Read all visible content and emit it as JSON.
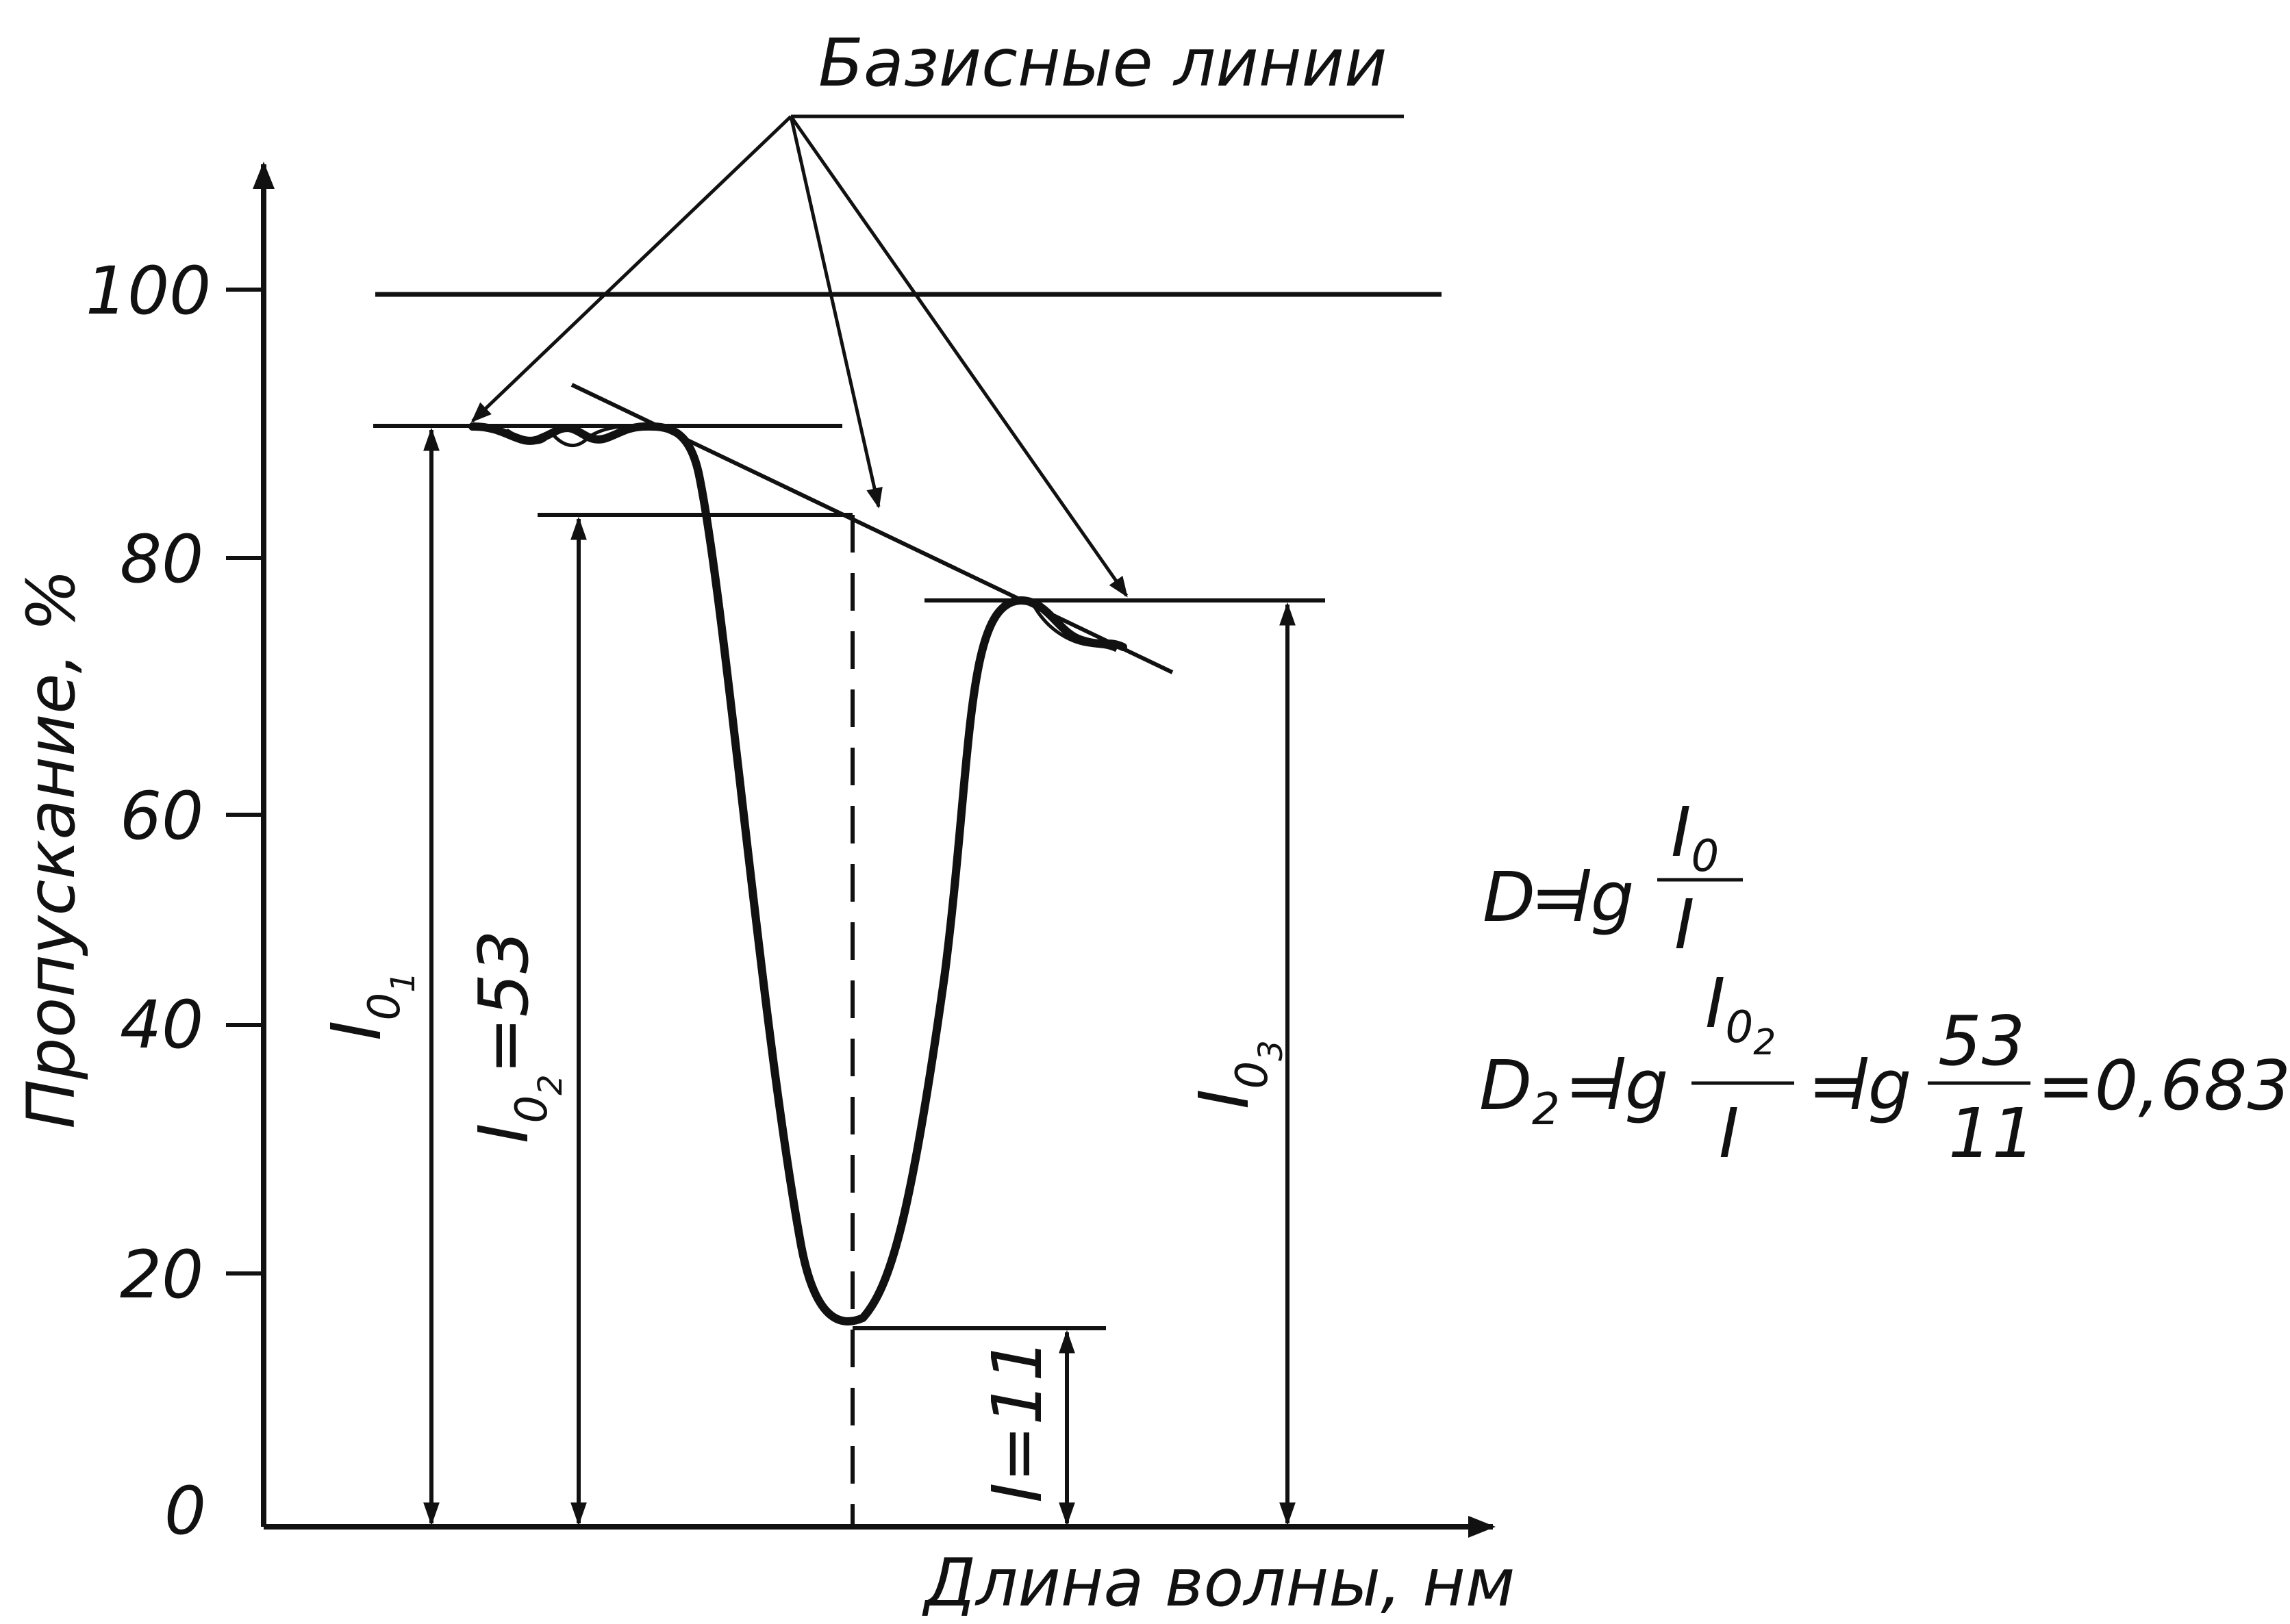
{
  "diagram": {
    "callout_label": "Базисные линии",
    "y_axis": {
      "title": "Пропускание, %",
      "tick_labels": [
        "0",
        "20",
        "40",
        "60",
        "80",
        "100"
      ]
    },
    "x_axis": {
      "title": "Длина волны, нм"
    },
    "dimension_labels": {
      "i01": {
        "main": "I",
        "sub1": "0",
        "sub2": "1"
      },
      "i02": {
        "main": "I",
        "sub1": "0",
        "sub2": "2",
        "suffix": "=53"
      },
      "i03": {
        "main": "I",
        "sub1": "0",
        "sub2": "3"
      },
      "i": {
        "text": "I=11"
      }
    },
    "formula1": {
      "lhs": "D",
      "eq": "=",
      "lg": "lg",
      "num_main": "I",
      "num_sub": "0",
      "den": "I"
    },
    "formula2": {
      "lhs": "D",
      "lhs_sub": "2",
      "eq": "=",
      "lg": "lg",
      "num_main": "I",
      "num_sub1": "0",
      "num_sub2": "2",
      "den": "I",
      "eq2": "=",
      "lg2": "lg",
      "num2": "53",
      "den2": "11",
      "result": "=0,683"
    },
    "colors": {
      "ink": "#111111",
      "background": "#ffffff"
    }
  }
}
